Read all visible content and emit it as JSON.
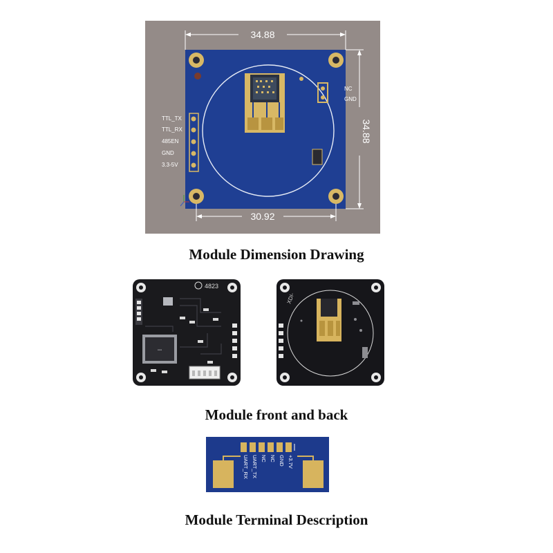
{
  "dimension_drawing": {
    "caption": "Module Dimension Drawing",
    "width_top": "34.88",
    "height_right": "34.88",
    "hole_spacing_bottom": "30.92",
    "left_pins": [
      "TTL_TX",
      "TTL_RX",
      "485EN",
      "GND",
      "3.3-5V"
    ],
    "right_pins": [
      "NC",
      "GND"
    ],
    "colors": {
      "panel": "#948b88",
      "pcb": "#1f3f93",
      "copper": "#d8b865"
    }
  },
  "front_back": {
    "caption": "Module front and back",
    "front_silkscreen": "4823",
    "back_silkscreen": "XDI-"
  },
  "terminal": {
    "caption": "Module Terminal Description",
    "pins": [
      "UART_RX",
      "UART_TX",
      "NC",
      "NC",
      "GND",
      "+3.7V"
    ]
  }
}
